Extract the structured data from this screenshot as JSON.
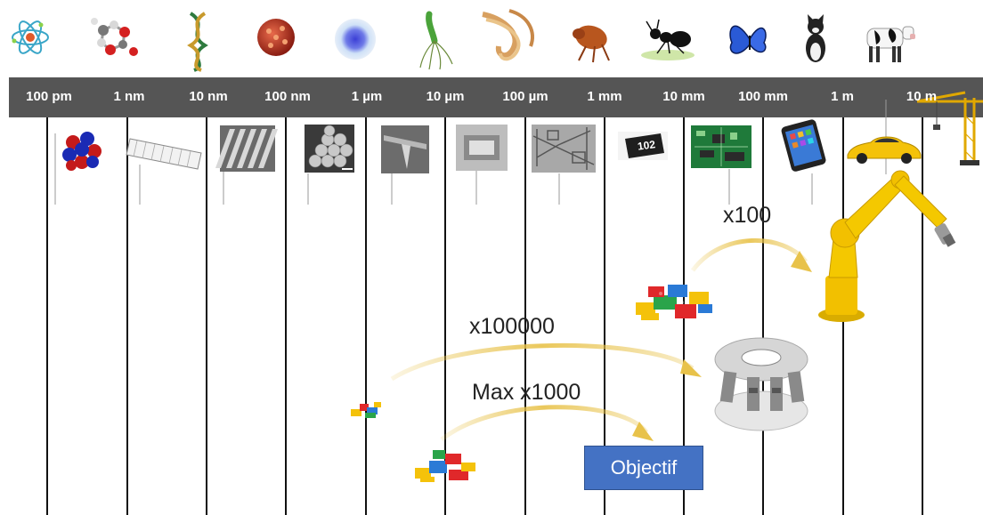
{
  "scale_ticks": [
    {
      "label": "100 pm"
    },
    {
      "label": "1 nm"
    },
    {
      "label": "10 nm"
    },
    {
      "label": "100 nm"
    },
    {
      "label": "1 µm"
    },
    {
      "label": "10 µm"
    },
    {
      "label": "100 µm"
    },
    {
      "label": "1 mm"
    },
    {
      "label": "10 mm"
    },
    {
      "label": "100 mm"
    },
    {
      "label": "1 m"
    },
    {
      "label": "10 m"
    }
  ],
  "natural_objects": [
    "atom",
    "molecule",
    "dna",
    "virus",
    "cell",
    "bacterium",
    "hair",
    "flea",
    "ant",
    "butterfly",
    "cat",
    "cow"
  ],
  "artificial_objects": [
    "atom-nucleus",
    "carbon-nanotube",
    "nanostructure",
    "microspheres",
    "afm-tip",
    "mems-cavity",
    "mems-circuit",
    "smd-resistor",
    "circuit-board",
    "smartphone",
    "sports-car",
    "crane"
  ],
  "resistor_code": "102",
  "factors": {
    "x100": "x100",
    "x100000": "x100000",
    "max_x1000": "Max x1000"
  },
  "objective_label": "Objectif",
  "colors": {
    "scale_bar": "#555555",
    "arrow": "#e8c24a",
    "objective": "#4472c4",
    "robot": "#f2c000"
  }
}
